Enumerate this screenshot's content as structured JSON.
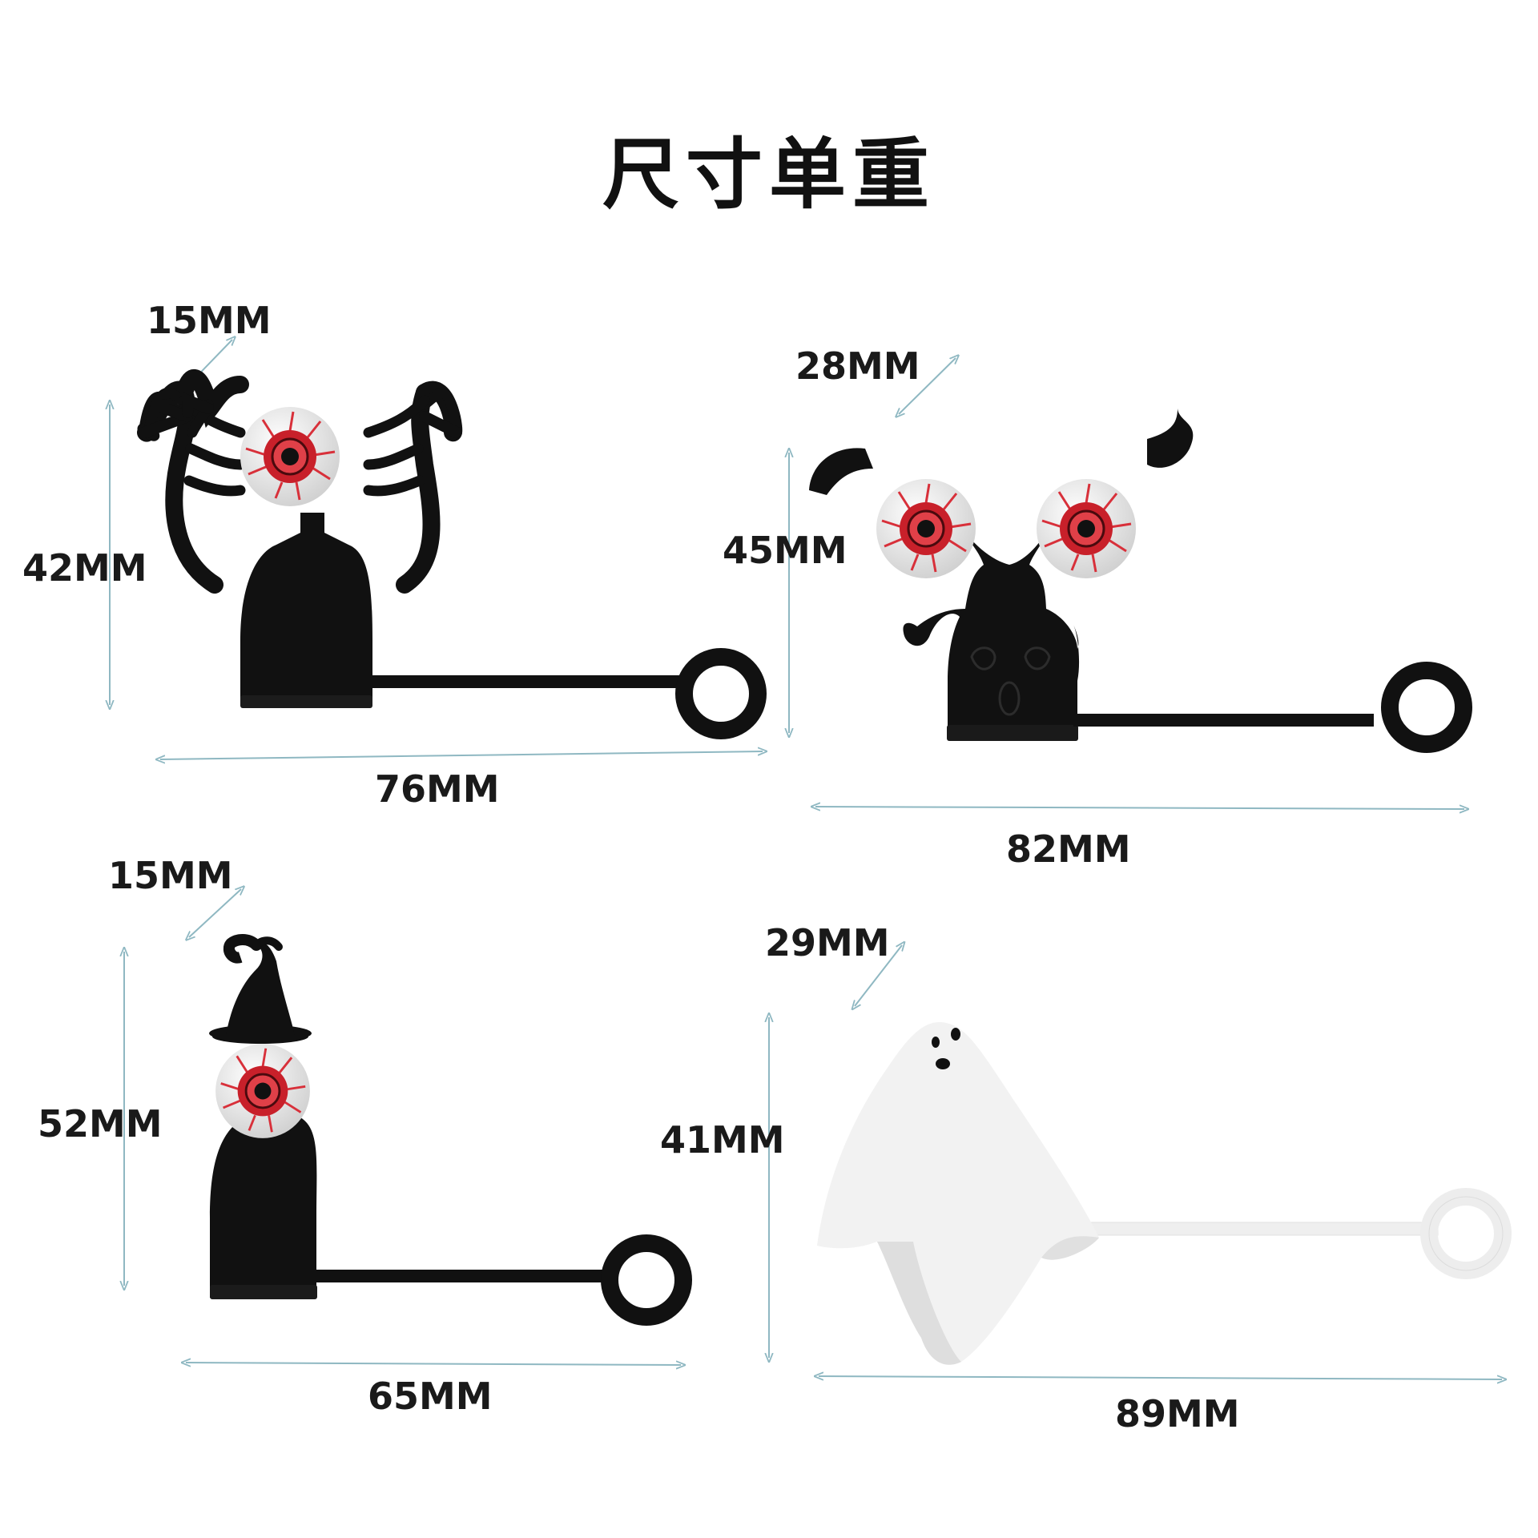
{
  "title": "尺寸单重",
  "colors": {
    "dimension_line": "#8fb8c2",
    "black_part": "#111111",
    "white_part": "#f4f4f4",
    "iris": "#c8202a"
  },
  "products": [
    {
      "name": "hands-eyeball-figure",
      "depth": "15MM",
      "height": "42MM",
      "length": "76MM"
    },
    {
      "name": "two-eyeball-ghost-figure",
      "depth": "28MM",
      "height": "45MM",
      "length": "82MM"
    },
    {
      "name": "witch-hat-eyeball-figure",
      "depth": "15MM",
      "height": "52MM",
      "length": "65MM"
    },
    {
      "name": "white-ghost-figure",
      "depth": "29MM",
      "height": "41MM",
      "length": "89MM"
    }
  ]
}
